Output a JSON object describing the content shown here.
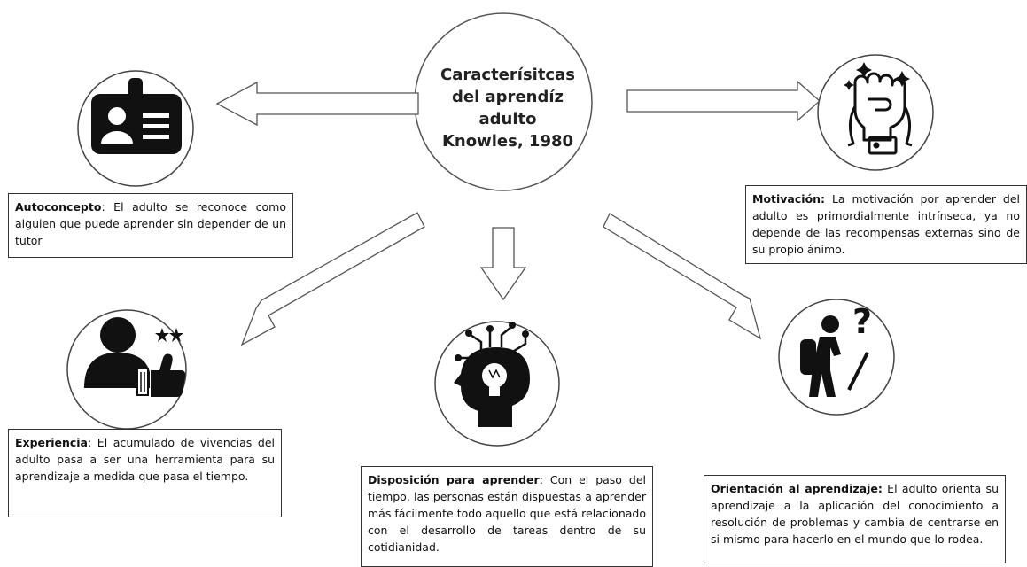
{
  "center": {
    "lines": [
      "Caracterísitcas",
      "del aprendíz",
      "adulto",
      "Knowles, 1980"
    ]
  },
  "nodes": {
    "autoconcepto": {
      "icon": "id-card-icon",
      "title": "Autoconcepto",
      "text": ": El adulto se reconoce como alguien que puede aprender sin depender de un tutor"
    },
    "motivacion": {
      "icon": "raised-fist-icon",
      "title": "Motivación:",
      "text": " La motivación por aprender del adulto es primordialmente intrínseca, ya no depende de las recompensas externas sino de su propio ánimo."
    },
    "experiencia": {
      "icon": "user-thumbs-up-icon",
      "title": "Experiencia",
      "text": ": El acumulado de vivencias del adulto pasa a ser una herramienta para su aprendizaje a medida que pasa el tiempo."
    },
    "disposicion": {
      "icon": "head-lightbulb-icon",
      "title": "Disposición para aprender",
      "text": ": Con el paso del tiempo, las personas están dispuestas a aprender más fácilmente todo aquello que está relacionado con el desarrollo de tareas dentro de su cotidianidad."
    },
    "orientacion": {
      "icon": "hiker-question-icon",
      "title": "Orientación al aprendizaje:",
      "text": " El adulto orienta su aprendizaje a la aplicación del conocimiento a resolución de problemas y cambia de centrarse en si mismo para hacerlo en el mundo que lo rodea."
    }
  }
}
